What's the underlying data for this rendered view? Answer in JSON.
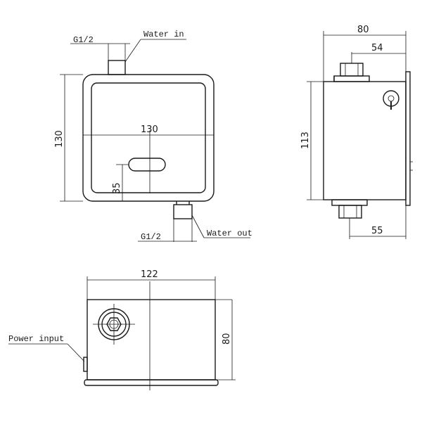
{
  "front_view": {
    "dim_width": "130",
    "dim_height": "130",
    "dim_sensor": "35",
    "thread_in": "G1/2",
    "thread_out": "G1/2",
    "label_water_in": "Water in",
    "label_water_out": "Water out"
  },
  "side_view": {
    "dim_total": "80",
    "dim_inlet": "54",
    "dim_outlet": "55",
    "dim_height": "113"
  },
  "top_view": {
    "dim_width": "122",
    "dim_depth": "80",
    "label_power": "Power input"
  }
}
